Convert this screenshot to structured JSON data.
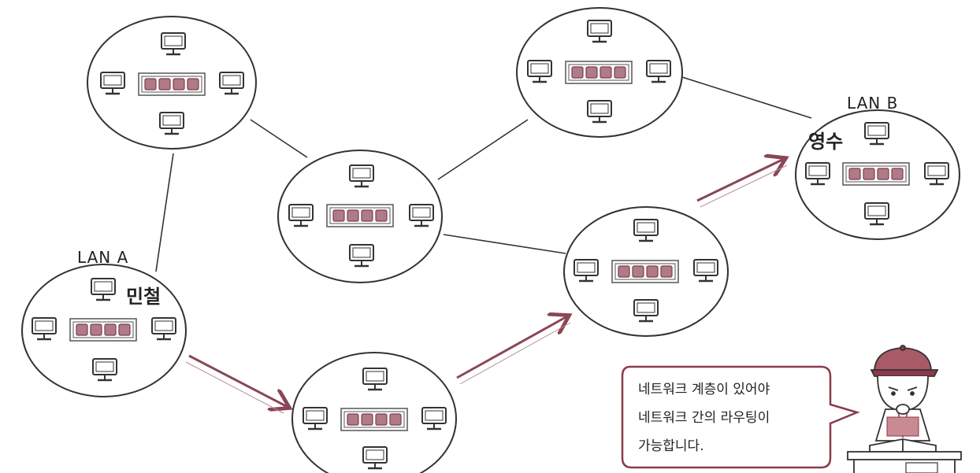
{
  "labels": {
    "lan_a": "LAN A",
    "lan_b": "LAN B",
    "person_a": "민철",
    "person_b": "영수"
  },
  "speech_bubble": {
    "lines": [
      "네트워크 계층이 있어야",
      "네트워크 간의 라우팅이",
      "가능합니다."
    ]
  },
  "colors": {
    "outline": "#333333",
    "switch_port": "#b07a86",
    "switch_port_stroke": "#7a3f4c",
    "route_arrow": "#8a4654",
    "bubble_border": "#8a3a4a",
    "cap": "#a85a66"
  }
}
